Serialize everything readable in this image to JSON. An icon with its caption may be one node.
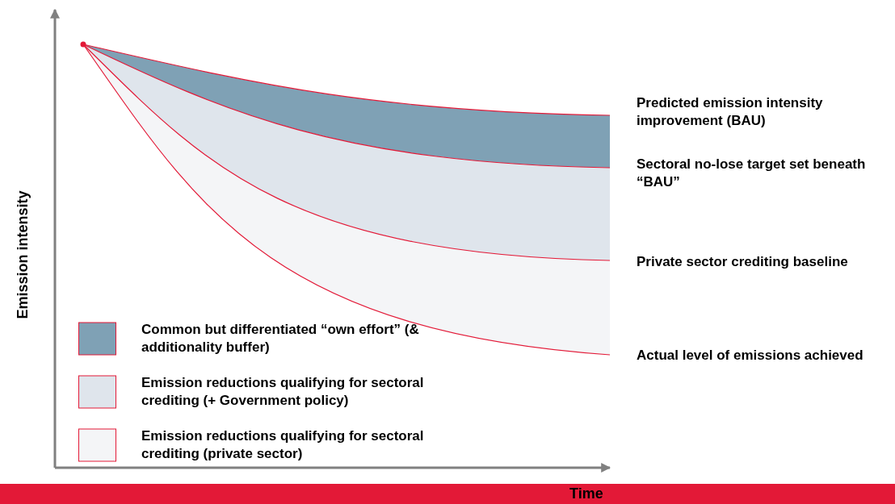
{
  "diagram": {
    "labels": [
      "Predicted emission intensity improvement (BAU)",
      "Sectoral no-lose target set beneath “BAU”",
      "Private sector crediting baseline",
      "Actual level of emissions achieved",
      "Emission intensity",
      "Time"
    ],
    "legend": [
      {
        "text": "Common but differentiated “own effort” (& additionality buffer)",
        "color": "#7fa1b5"
      },
      {
        "text": "Emission reductions qualifying for sectoral crediting (+ Government policy)",
        "color": "#dfe5ec"
      },
      {
        "text": "Emission reductions qualifying for sectoral crediting (private sector)",
        "color": "#f4f5f7"
      }
    ]
  }
}
